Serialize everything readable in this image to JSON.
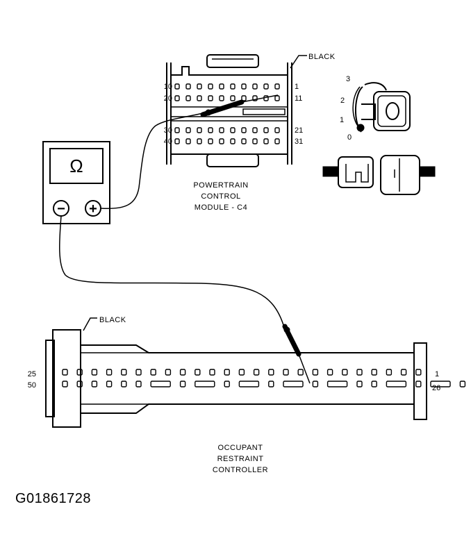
{
  "pcm": {
    "connector_color": "BLACK",
    "pin_labels": {
      "left_top": "10",
      "left_row2": "20",
      "right_top": "1",
      "right_row2": "11",
      "left_row3": "30",
      "left_bottom": "40",
      "right_row3": "21",
      "right_bottom": "31"
    },
    "caption": [
      "POWERTRAIN",
      "CONTROL",
      "MODULE - C4"
    ]
  },
  "ignition": {
    "positions": [
      "3",
      "2",
      "1",
      "0"
    ]
  },
  "ohmmeter": {
    "symbol": "Ω",
    "negative": "−",
    "positive": "+"
  },
  "orc": {
    "connector_color": "BLACK",
    "pin_labels": {
      "left_top": "25",
      "left_bottom": "50",
      "right_top": "1",
      "right_bottom": "26"
    },
    "caption": [
      "OCCUPANT",
      "RESTRAINT",
      "CONTROLLER"
    ]
  },
  "figure_id": "G01861728"
}
